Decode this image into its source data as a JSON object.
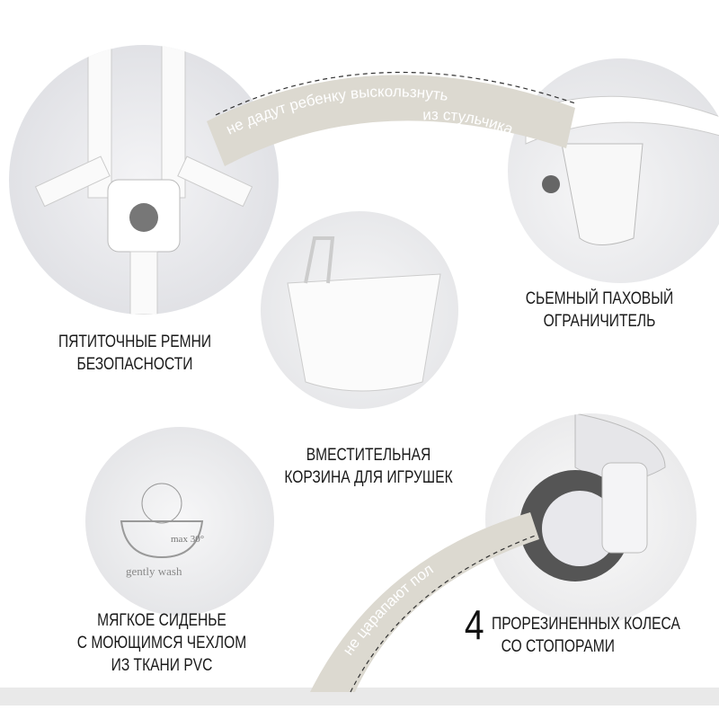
{
  "arc_top_text_1": "не дадут ребенку выскользнуть",
  "arc_top_text_2": "из стульчика",
  "arc_bottom_text": "не царапают  пол",
  "features": {
    "harness": [
      "ПЯТИТОЧНЫЕ РЕМНИ",
      "БЕЗОПАСНОСТИ"
    ],
    "crotch": [
      "СЬЕМНЫЙ ПАХОВЫЙ",
      "ОГРАНИЧИТЕЛЬ"
    ],
    "basket": [
      "ВМЕСТИТЕЛЬНАЯ",
      "КОРЗИНА ДЛЯ ИГРУШЕК"
    ],
    "seat": [
      "МЯГКОЕ СИДЕНЬЕ",
      "С МОЮЩИМСЯ ЧЕХЛОМ",
      "ИЗ ТКАНИ PVC"
    ],
    "wheels_count": "4",
    "wheels": [
      "ПРОРЕЗИНЕННЫХ КОЛЕСА",
      "СО СТОПОРАМИ"
    ]
  },
  "seat_label": {
    "max": "max 30°",
    "wash": "gently wash"
  },
  "colors": {
    "band": "#dcd9d0",
    "text": "#1a1a1a"
  }
}
